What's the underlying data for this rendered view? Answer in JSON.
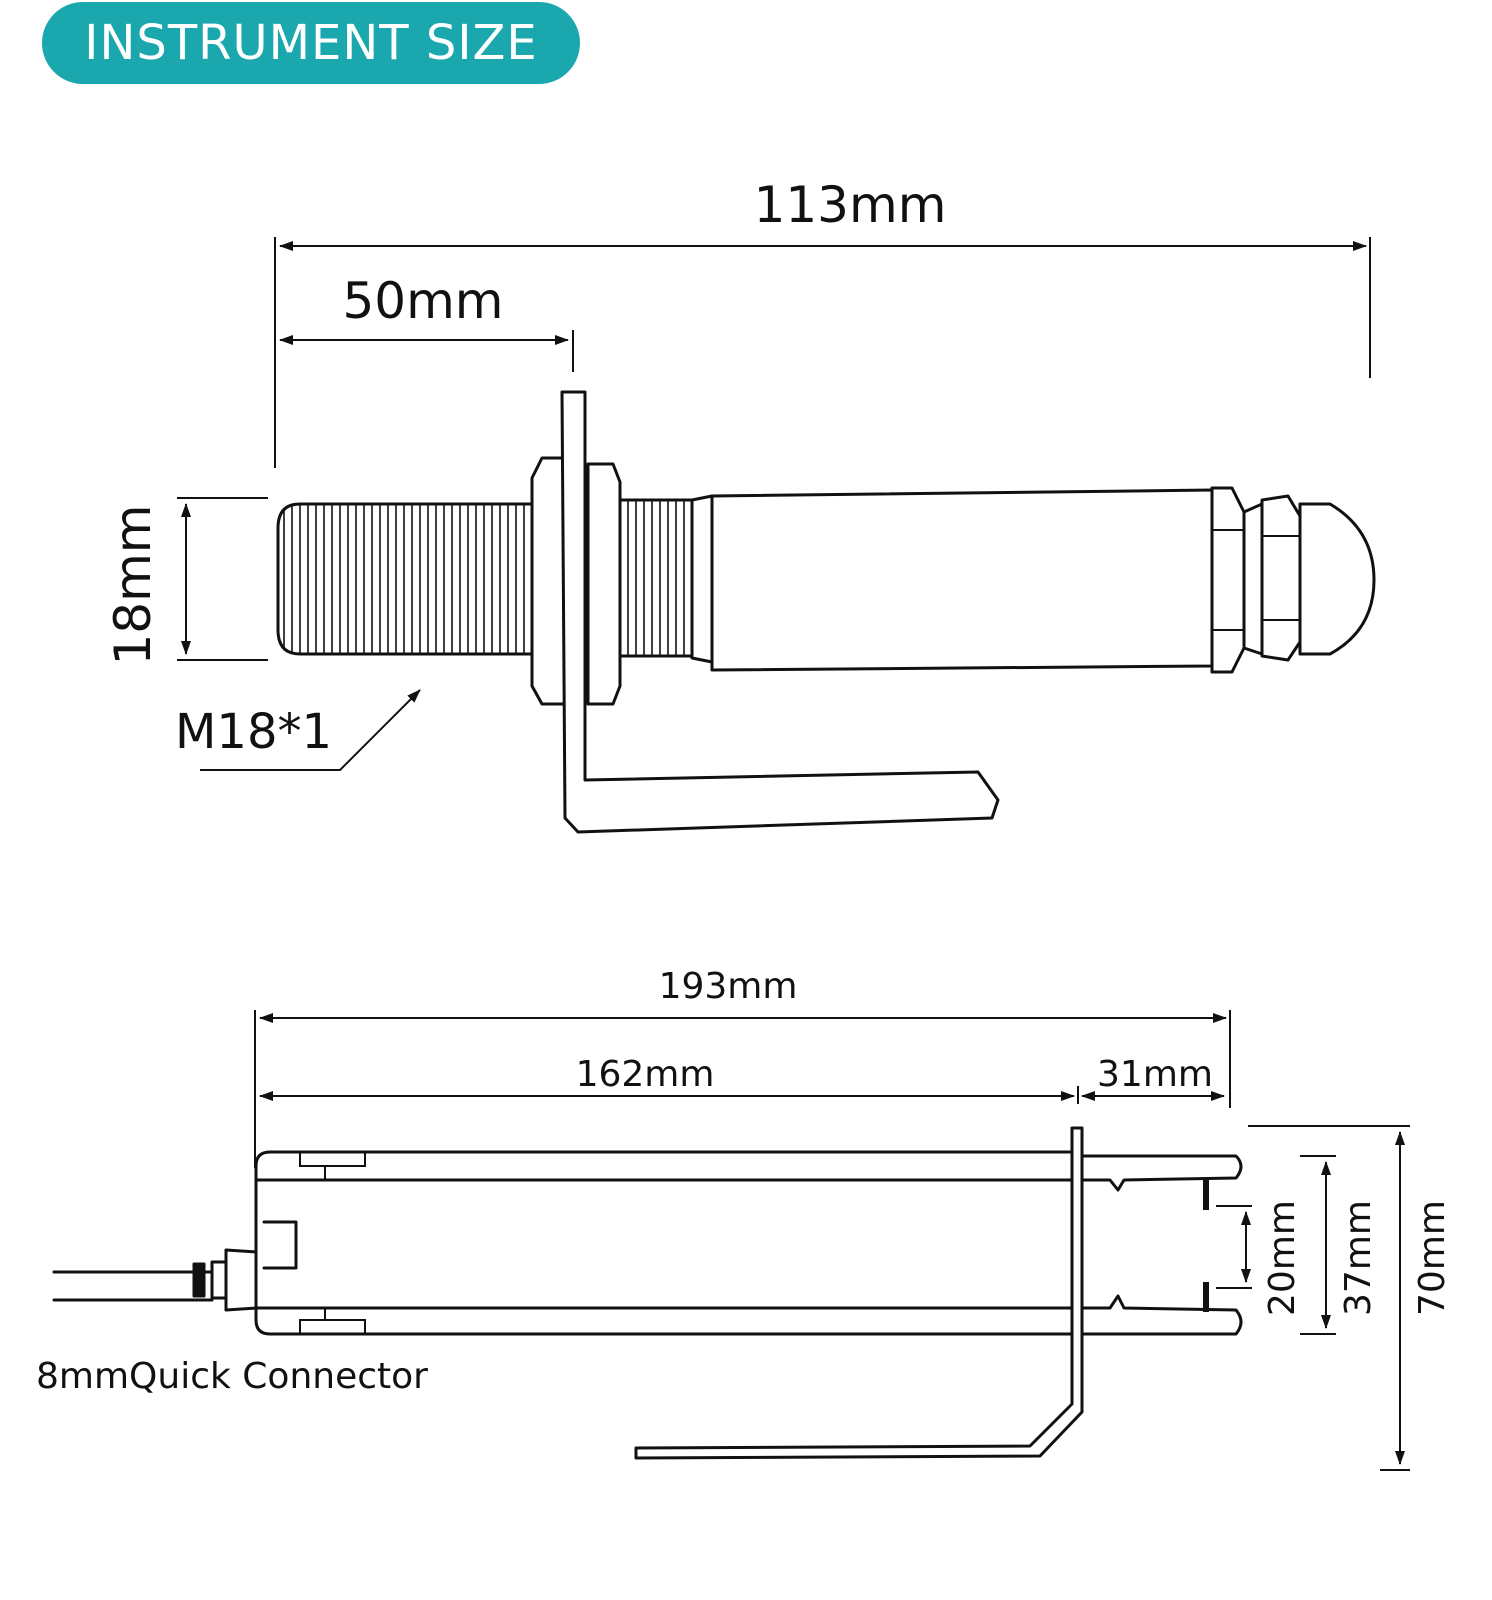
{
  "header": {
    "title": "INSTRUMENT SIZE",
    "badge_color": "#1aa7ae"
  },
  "side_view": {
    "overall_length": "113mm",
    "thread_length": "50mm",
    "diameter": "18mm",
    "thread_spec": "M18*1"
  },
  "top_view": {
    "total_length": "193mm",
    "body_length": "162mm",
    "head_length": "31mm",
    "inner_gap": "20mm",
    "head_width": "37mm",
    "bracket_height": "70mm",
    "connector_label": "8mmQuick Connector"
  }
}
